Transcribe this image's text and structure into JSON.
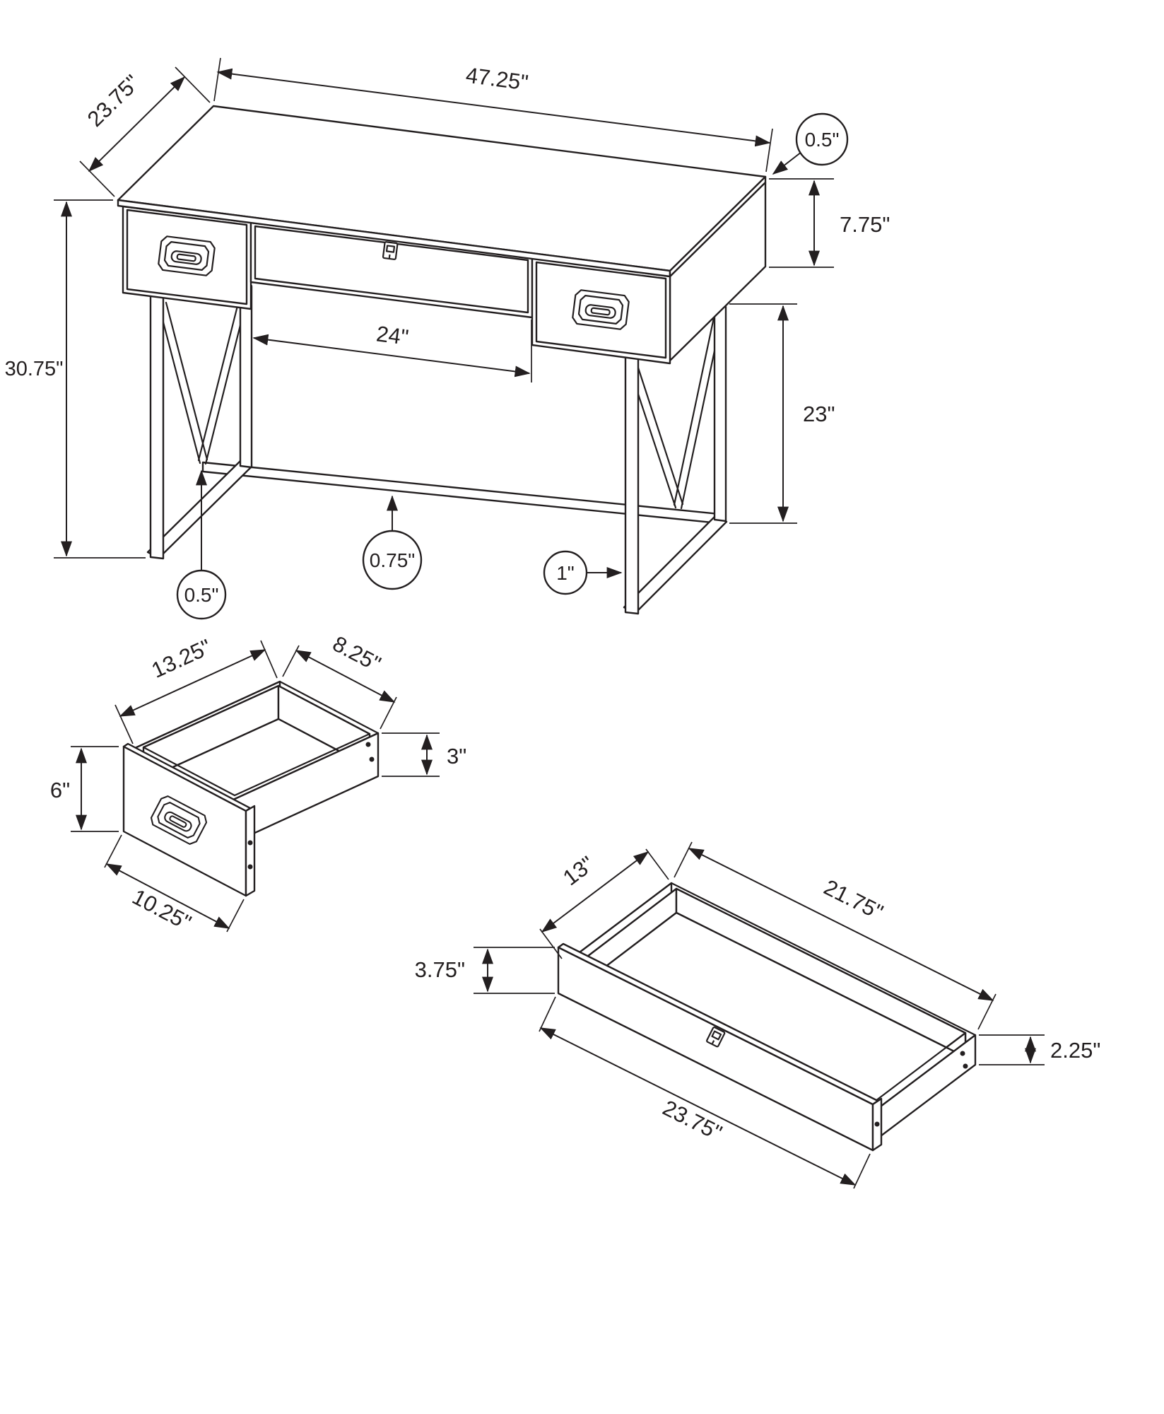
{
  "colors": {
    "line": "#231f20",
    "background": "#ffffff"
  },
  "desk_view": {
    "width": "47.25\"",
    "depth": "23.75\"",
    "top_thickness": "0.5\"",
    "apron_height": "7.75\"",
    "overall_height": "30.75\"",
    "knee_opening_width": "24\"",
    "leg_height": "23\"",
    "stretcher_thickness": "0.75\"",
    "leg_post_thickness": "1\"",
    "brace_thickness": "0.5\""
  },
  "small_drawer_view": {
    "depth": "13.25\"",
    "back_width": "8.25\"",
    "front_height": "6\"",
    "side_height": "3\"",
    "front_width": "10.25\""
  },
  "large_drawer_view": {
    "depth": "13\"",
    "back_width": "21.75\"",
    "front_height": "3.75\"",
    "side_height": "2.25\"",
    "front_width": "23.75\""
  }
}
